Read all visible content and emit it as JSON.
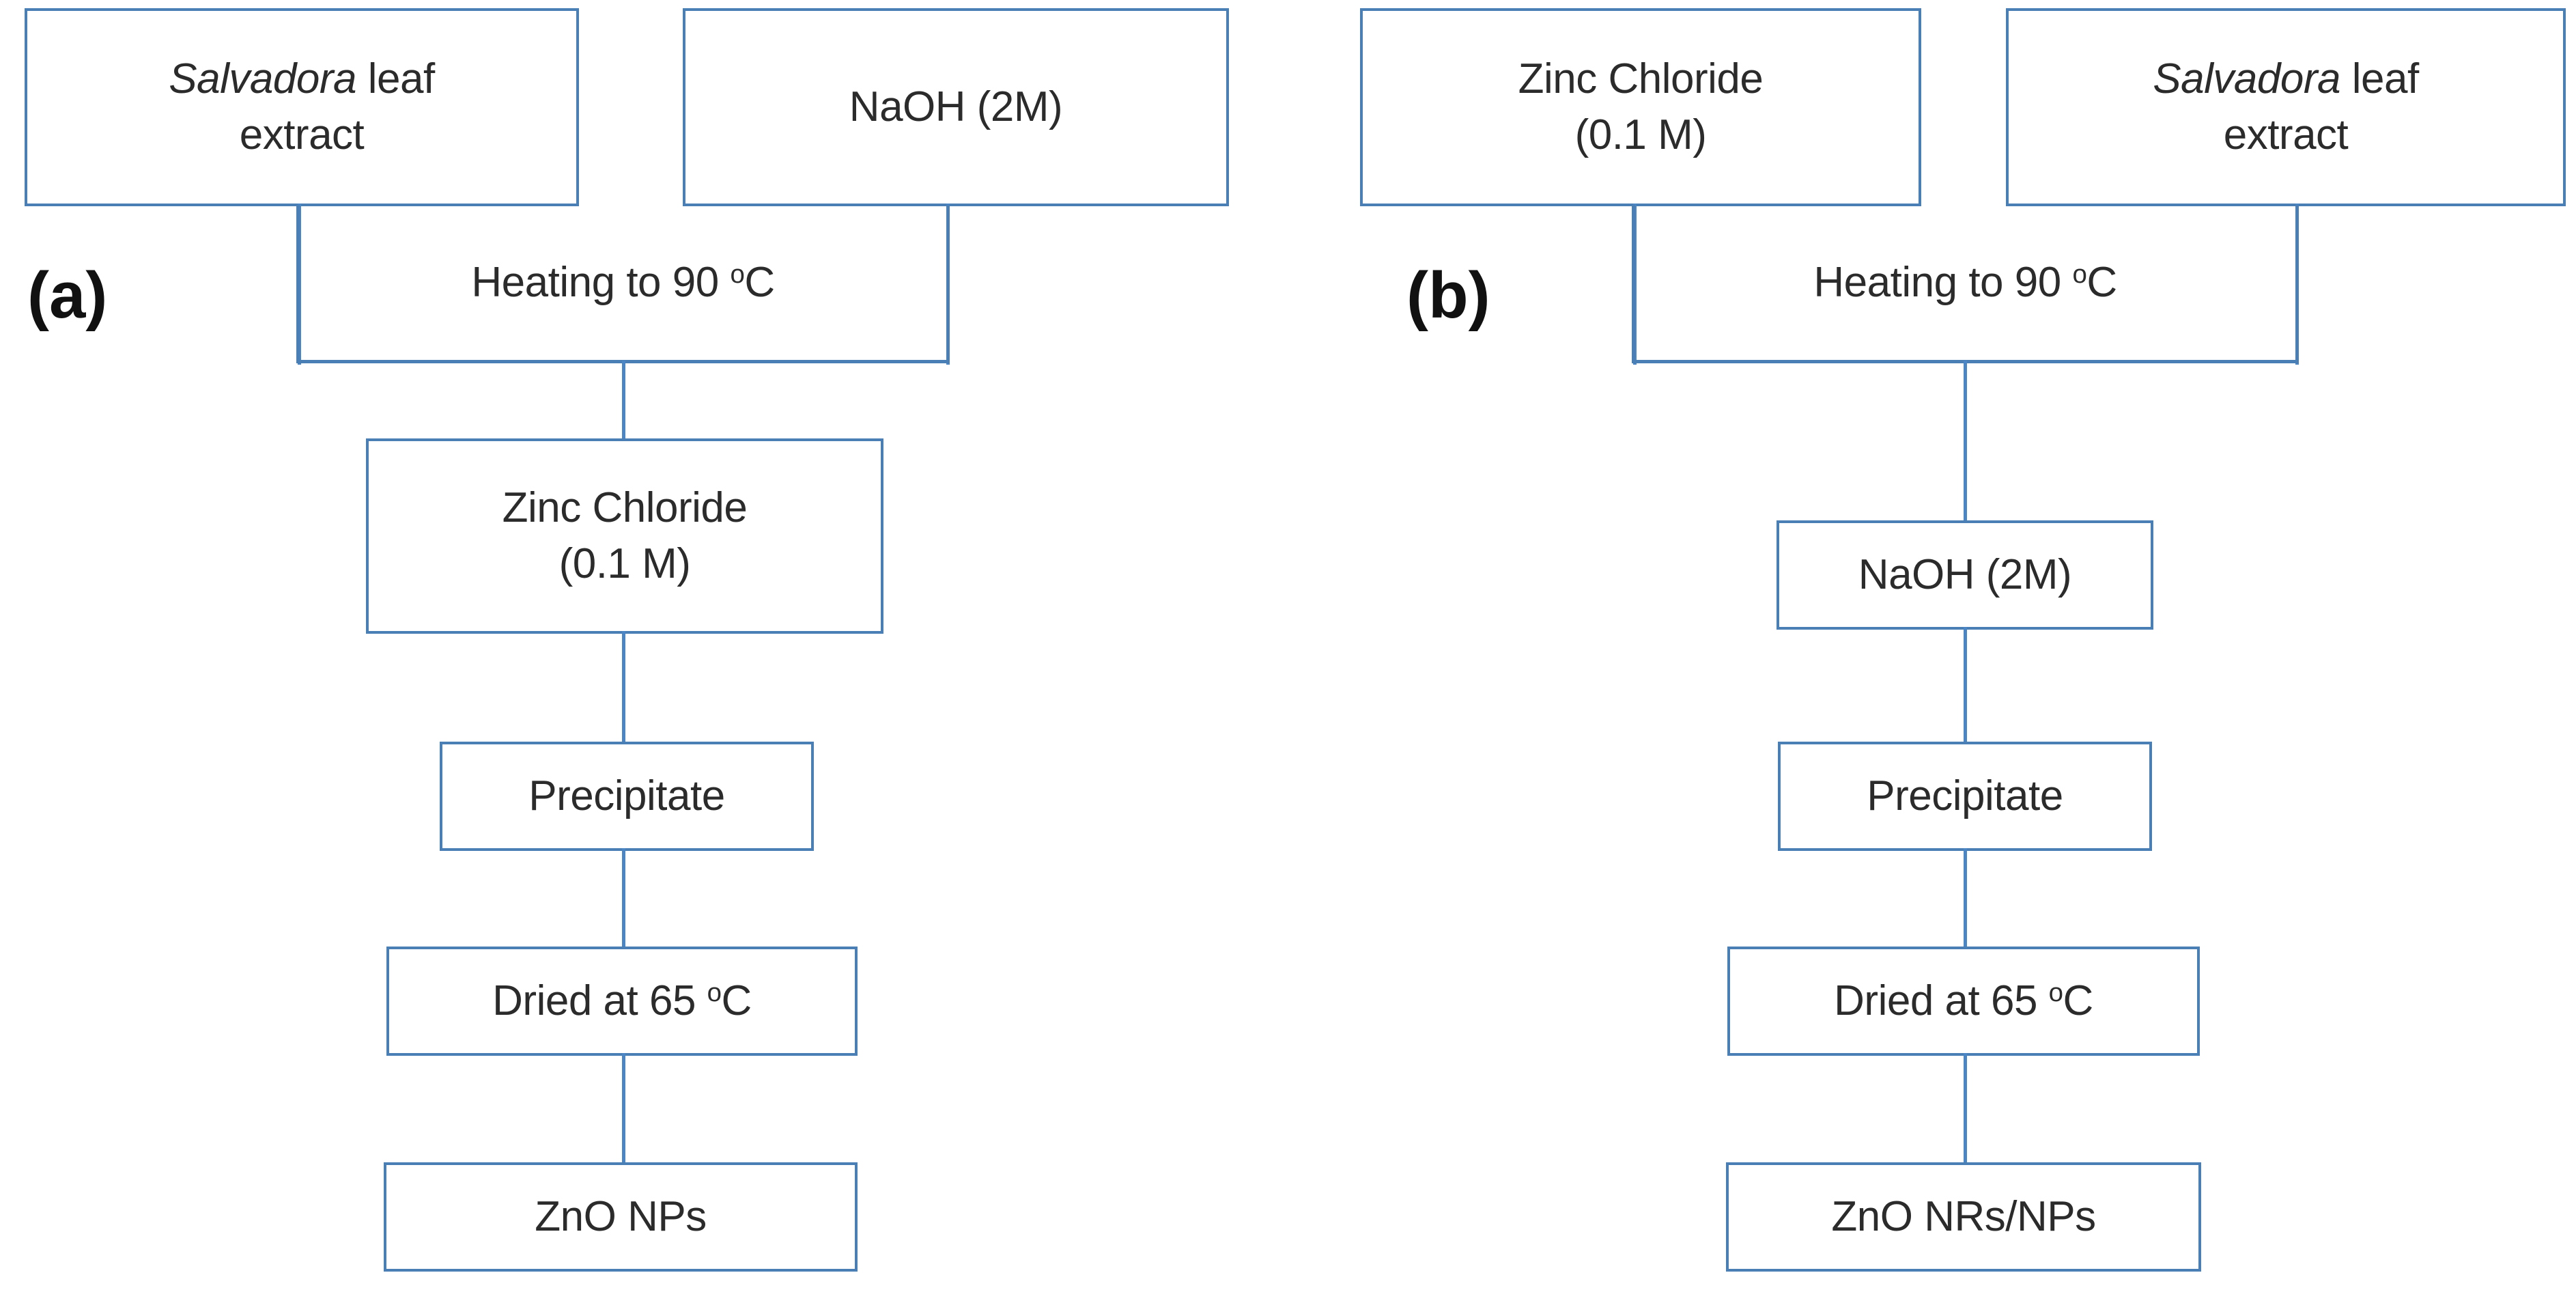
{
  "figure": {
    "type": "flowchart",
    "description": "Two-panel synthesis flowchart for green synthesis of ZnO nanostructures",
    "border_color": "#4a7fb5",
    "connector_color": "#4a86c5",
    "text_color": "#2b2b2b",
    "background": "#ffffff"
  },
  "panels": [
    {
      "id": "a",
      "label": "(a)",
      "nodes": [
        {
          "id": "a-salvadora",
          "name": "salvadora-leaf-extract",
          "line1_italic": "Salvadora",
          "line1_rest": " leaf",
          "line2": "extract"
        },
        {
          "id": "a-naoh",
          "name": "naoh-2m",
          "text": "NaOH (2M)"
        },
        {
          "id": "a-heating",
          "name": "heating-to-90c",
          "text_before": "Heating to 90 ",
          "degree": "o",
          "text_after": "C"
        },
        {
          "id": "a-zncl2",
          "name": "zinc-chloride",
          "line1": "Zinc Chloride",
          "line2": "(0.1 M)"
        },
        {
          "id": "a-precipitate",
          "name": "precipitate",
          "text": "Precipitate"
        },
        {
          "id": "a-dried",
          "name": "dried-at-65c",
          "text_before": "Dried at 65 ",
          "degree": "o",
          "text_after": "C"
        },
        {
          "id": "a-product",
          "name": "zno-nps",
          "text": "ZnO NPs"
        }
      ]
    },
    {
      "id": "b",
      "label": "(b)",
      "nodes": [
        {
          "id": "b-zncl2",
          "name": "zinc-chloride",
          "line1": "Zinc Chloride",
          "line2": "(0.1 M)"
        },
        {
          "id": "b-salvadora",
          "name": "salvadora-leaf-extract",
          "line1_italic": "Salvadora",
          "line1_rest": " leaf",
          "line2": "extract"
        },
        {
          "id": "b-heating",
          "name": "heating-to-90c",
          "text_before": "Heating to 90 ",
          "degree": "o",
          "text_after": "C"
        },
        {
          "id": "b-naoh",
          "name": "naoh-2m",
          "text": "NaOH (2M)"
        },
        {
          "id": "b-precipitate",
          "name": "precipitate",
          "text": "Precipitate"
        },
        {
          "id": "b-dried",
          "name": "dried-at-65c",
          "text_before": "Dried at 65 ",
          "degree": "o",
          "text_after": "C"
        },
        {
          "id": "b-product",
          "name": "zno-nrs-nps",
          "text": "ZnO NRs/NPs"
        }
      ]
    }
  ]
}
